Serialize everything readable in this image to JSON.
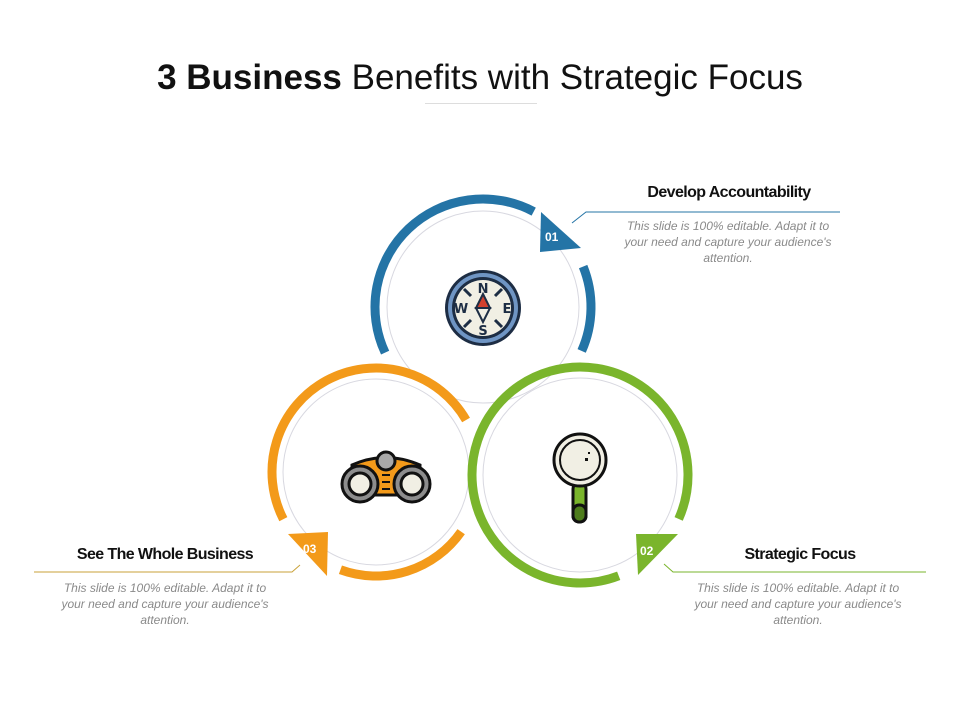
{
  "title": {
    "bold": "3 Business",
    "rest": " Benefits with Strategic Focus"
  },
  "colors": {
    "blue": "#2474a6",
    "orange": "#f39a1a",
    "green": "#7ab52c"
  },
  "items": [
    {
      "number": "01",
      "heading": "Develop Accountability",
      "description": "This slide is 100% editable. Adapt it to your need and capture your audience's attention.",
      "icon": "compass-icon",
      "compass_letters": [
        "N",
        "E",
        "S",
        "W"
      ]
    },
    {
      "number": "02",
      "heading": "Strategic Focus",
      "description": "This slide is 100% editable. Adapt it to your need and capture your audience's attention.",
      "icon": "magnifier-icon"
    },
    {
      "number": "03",
      "heading": "See The Whole Business",
      "description": "This slide is 100% editable. Adapt it to your need and capture your audience's attention.",
      "icon": "binoculars-icon"
    }
  ]
}
